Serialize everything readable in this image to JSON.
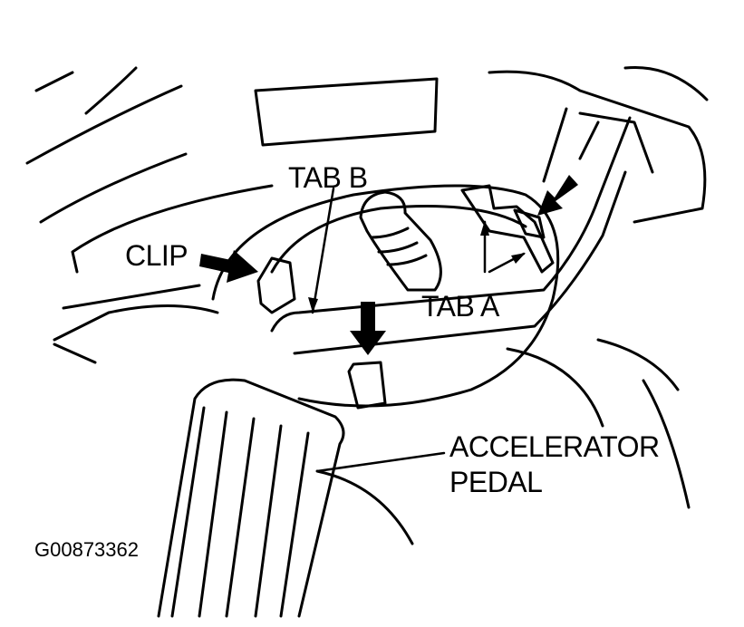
{
  "labels": {
    "tab_b": "TAB B",
    "clip": "CLIP",
    "tab_a": "TAB A",
    "accelerator_line1": "ACCELERATOR",
    "accelerator_line2": "PEDAL"
  },
  "figure_id": "G00873362",
  "colors": {
    "ink": "#000000",
    "paper": "#ffffff"
  }
}
